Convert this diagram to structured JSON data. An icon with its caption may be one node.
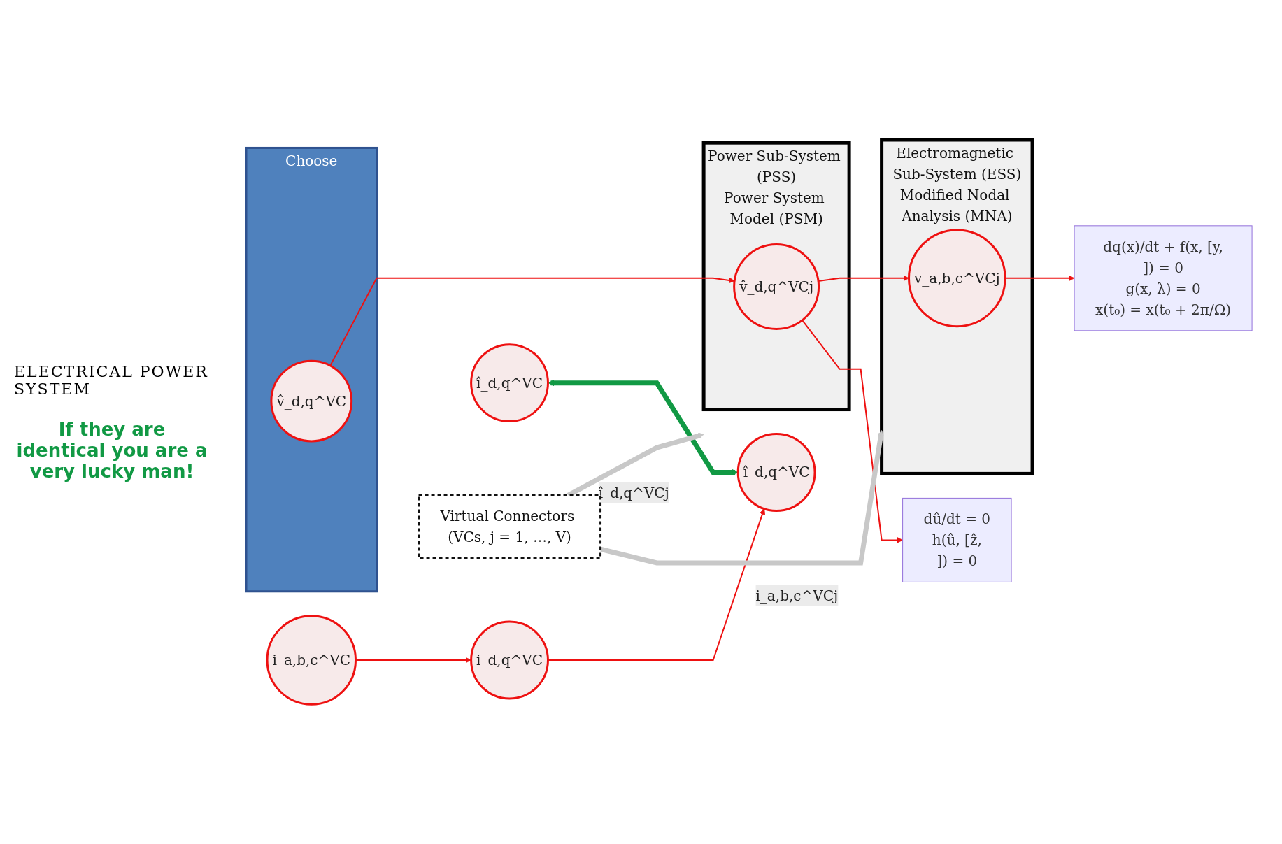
{
  "diagram": {
    "nodes": [
      {
        "text": [
          "Choose"
        ]
      },
      {
        "text": [
          "v̂_d,q^VC"
        ],
        "in": 0
      },
      {
        "text": [
          "Power Sub-System (PSS)",
          "Power System Model (PSM)"
        ]
      },
      {
        "text": [
          "v̂_d,q^VCj"
        ],
        "in": 2
      },
      {
        "text": [
          "Virtual Connectors (VCs, j = 1, …, V)"
        ]
      },
      {
        "text": [
          "Electromagnetic Sub-System (ESS)",
          "Modified Nodal Analysis (MNA)"
        ]
      },
      {
        "text": [
          "v_a,b,c^VCj"
        ],
        "in": 5
      },
      {
        "text": [
          "dû/dt = 0",
          "h(û, [ẑ,",
          "]) = 0"
        ]
      },
      {
        "text": [
          "î_d,q^VC"
        ]
      },
      {
        "text": [
          "dq(x)/dt + f(x, [y,",
          "]) = 0",
          "g(x, λ) = 0",
          "x(t₀) = x(t₀ + 2π/Ω)"
        ]
      },
      {
        "text": [
          "i_a,b,c^VC"
        ]
      },
      {
        "text": [
          "î_d,q^VC"
        ]
      },
      {
        "text": [
          "i_d,q^VC"
        ]
      }
    ],
    "edges": [
      {
        "from": 1,
        "to": 3,
        "arrow": "to"
      },
      {
        "from": 3,
        "to": 6,
        "arrow": "to"
      },
      {
        "from": 3,
        "to": 7,
        "arrow": "to"
      },
      {
        "from": 6,
        "to": 9,
        "arrow": "to"
      },
      {
        "from": 10,
        "to": 12,
        "arrow": "to"
      },
      {
        "from": 12,
        "to": 11,
        "arrow": "to"
      },
      {
        "from": 8,
        "to": 11,
        "arrow": "both",
        "style": "thick",
        "color": "#119944"
      },
      {
        "from": 4,
        "to": 2,
        "arrow": "to",
        "label": "î_d,q^VCj",
        "style": "thick",
        "color": "#c8c8c8"
      },
      {
        "from": 4,
        "to": 5,
        "arrow": "to",
        "label": "i_a,b,c^VCj",
        "style": "thick",
        "color": "#c8c8c8"
      }
    ],
    "labels": [
      "ELECTRICAL POWER SYSTEM",
      "If they are identical you are a very lucky man!"
    ]
  }
}
